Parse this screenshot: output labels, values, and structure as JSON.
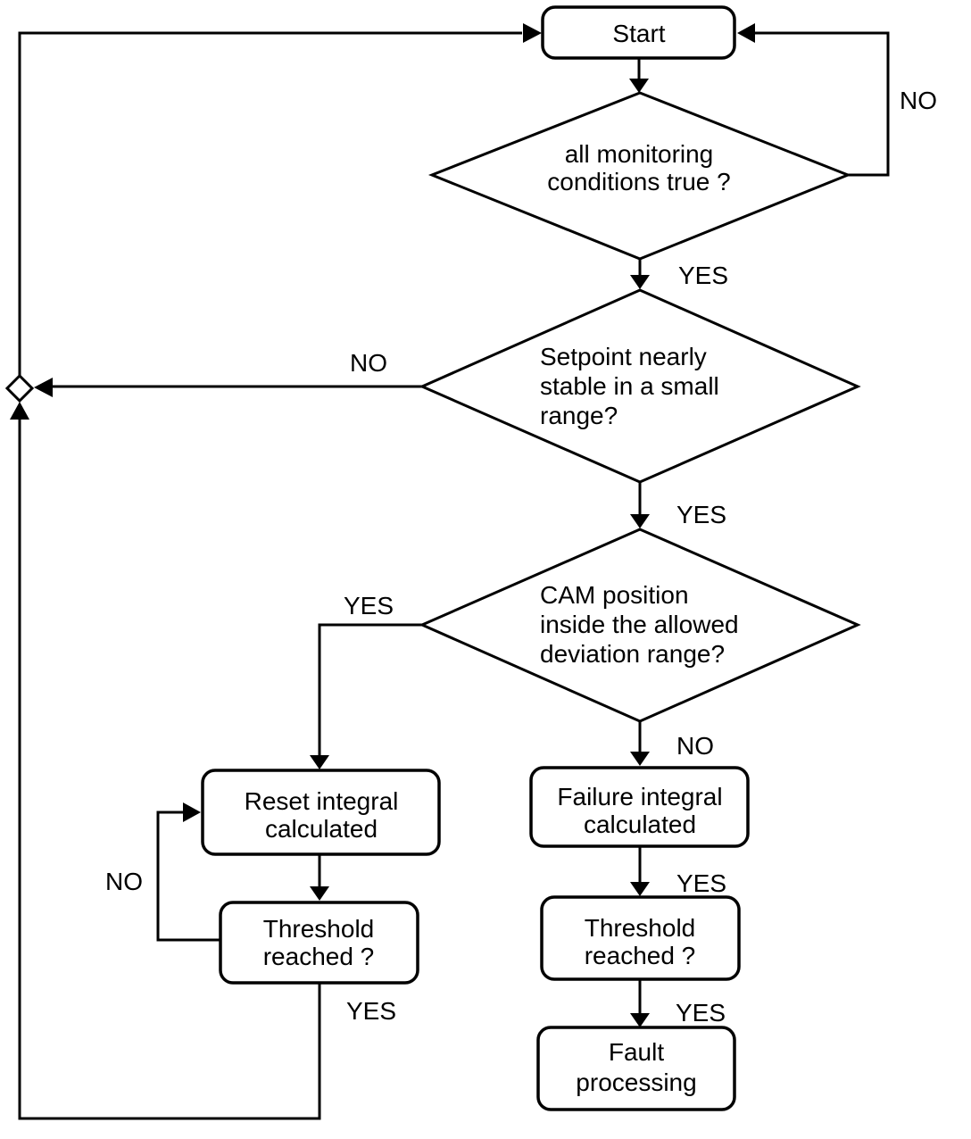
{
  "flowchart": {
    "nodes": {
      "start": {
        "label": "Start"
      },
      "decision_monitoring": {
        "line1": "all monitoring",
        "line2": "conditions true ?"
      },
      "decision_setpoint": {
        "line1": "Setpoint nearly",
        "line2": "stable in a small",
        "line3": "range?"
      },
      "decision_cam": {
        "line1": "CAM position",
        "line2": "inside the allowed",
        "line3": "deviation range?"
      },
      "reset_integral": {
        "line1": "Reset integral",
        "line2": "calculated"
      },
      "threshold_left": {
        "line1": "Threshold",
        "line2": "reached ?"
      },
      "failure_integral": {
        "line1": "Failure integral",
        "line2": "calculated"
      },
      "threshold_right": {
        "line1": "Threshold",
        "line2": "reached ?"
      },
      "fault_processing": {
        "line1": "Fault",
        "line2": "processing"
      }
    },
    "edge_labels": {
      "monitoring_no": "NO",
      "monitoring_yes": "YES",
      "setpoint_no": "NO",
      "setpoint_yes": "YES",
      "cam_yes": "YES",
      "cam_no": "NO",
      "threshold_left_no": "NO",
      "threshold_left_yes": "YES",
      "failure_yes": "YES",
      "threshold_right_yes": "YES"
    },
    "colors": {
      "line": "#000000",
      "text": "#000000",
      "background": "#ffffff"
    }
  }
}
